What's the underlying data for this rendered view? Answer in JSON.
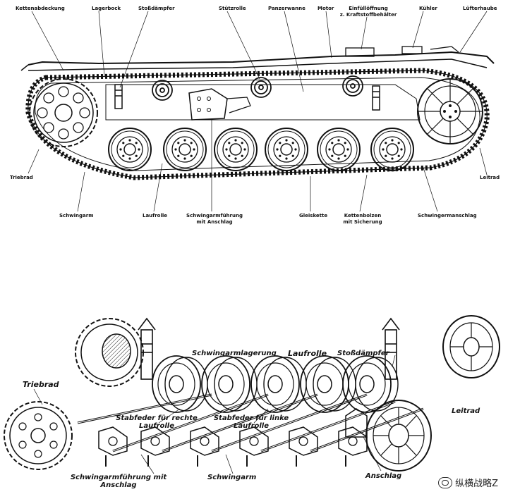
{
  "top_labels": {
    "kettenabdeckung": "Kettenabdeckung",
    "lagerbock": "Lagerbock",
    "stossdampfer": "Stoßdämpfer",
    "stuetzrolle": "Stützrolle",
    "panzerwanne": "Panzerwanne",
    "motor": "Motor",
    "einfuelloeffnung_1": "Einfüllöffnung",
    "einfuelloeffnung_2": "z. Kraftstoffbehälter",
    "kuehler": "Kühler",
    "luefterhaube": "Lüfterhaube",
    "triebrad": "Triebrad",
    "leitrad": "Leitrad",
    "schwingarm": "Schwingarm",
    "laufrolle": "Laufrolle",
    "schwingarmfuehrung_1": "Schwingarmführung",
    "schwingarmfuehrung_2": "mit Anschlag",
    "gleiskette": "Gleiskette",
    "kettenbolzen_1": "Kettenbolzen",
    "kettenbolzen_2": "mit Sicherung",
    "schwingermanschlag": "Schwingermanschlag"
  },
  "bottom_labels": {
    "triebrad": "Triebrad",
    "schwingarmlagerung": "Schwingarmlagerung",
    "laufrolle": "Laufrolle",
    "stossdampfer": "Stoßdämpfer",
    "leitrad": "Leitrad",
    "stabfeder_rechte_1": "Stabfeder für rechte",
    "stabfeder_rechte_2": "Laufrolle",
    "stabfeder_linke_1": "Stabfeder für linke",
    "stabfeder_linke_2": "Laufrolle",
    "schwingarmfuehrung_1": "Schwingarmführung mit",
    "schwingarmfuehrung_2": "Anschlag",
    "schwingarm": "Schwingarm",
    "anschlag": "Anschlag"
  },
  "watermark": {
    "text": "纵横战略Z",
    "icon": "wechat-icon"
  }
}
